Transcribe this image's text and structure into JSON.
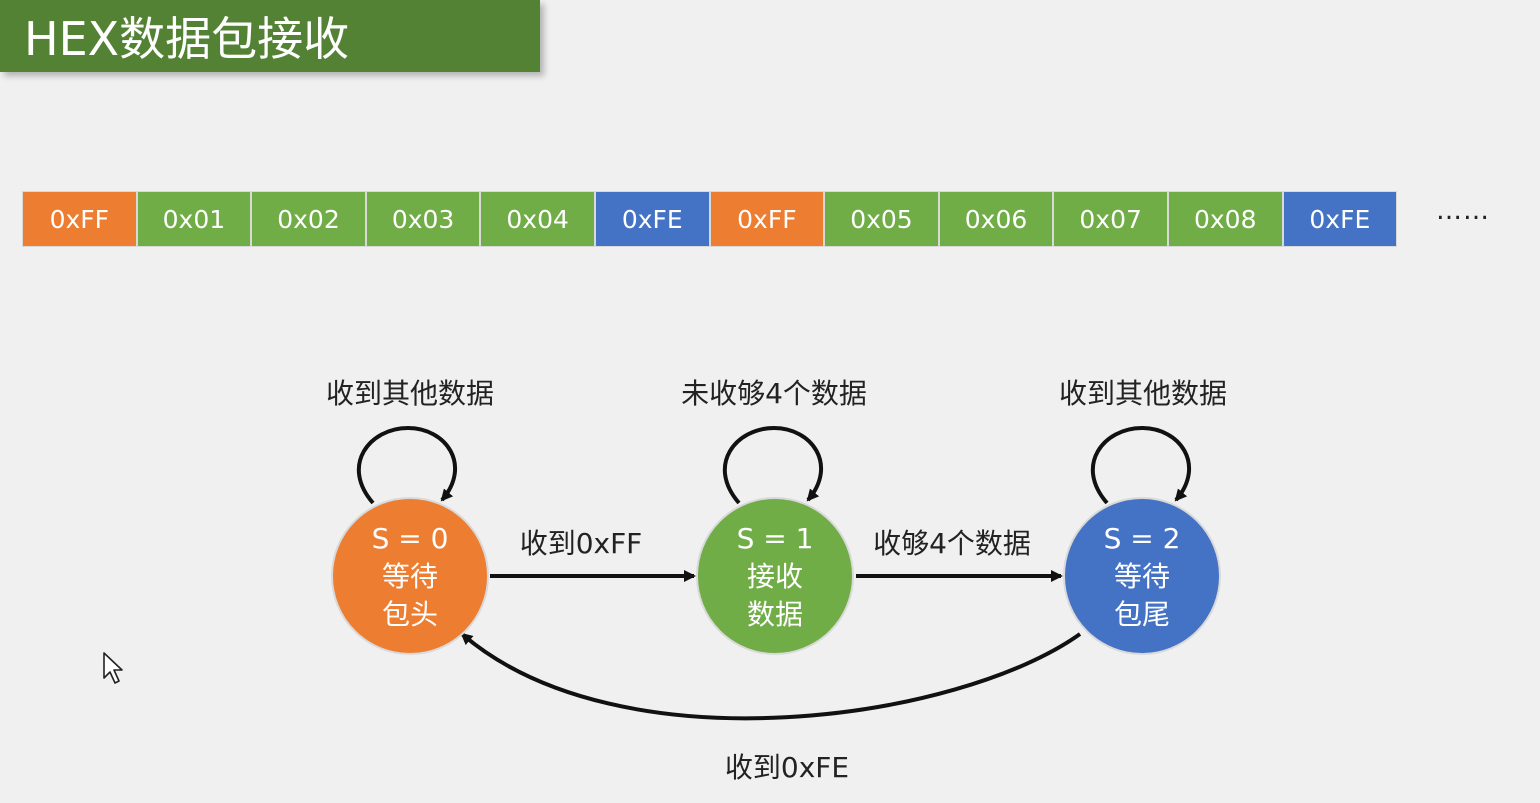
{
  "title": "HEX数据包接收",
  "colors": {
    "title_bg": "#548235",
    "header": "#ED7D31",
    "data": "#70AD47",
    "tail": "#4472C4",
    "arrow": "#111111"
  },
  "packet": [
    {
      "label": "0xFF",
      "kind": "header"
    },
    {
      "label": "0x01",
      "kind": "data"
    },
    {
      "label": "0x02",
      "kind": "data"
    },
    {
      "label": "0x03",
      "kind": "data"
    },
    {
      "label": "0x04",
      "kind": "data"
    },
    {
      "label": "0xFE",
      "kind": "tail"
    },
    {
      "label": "0xFF",
      "kind": "header"
    },
    {
      "label": "0x05",
      "kind": "data"
    },
    {
      "label": "0x06",
      "kind": "data"
    },
    {
      "label": "0x07",
      "kind": "data"
    },
    {
      "label": "0x08",
      "kind": "data"
    },
    {
      "label": "0xFE",
      "kind": "tail"
    }
  ],
  "ellipsis": "……",
  "states": [
    {
      "line1": "S = 0",
      "line2": "等待",
      "line3": "包头",
      "kind": "header",
      "loop_label": "收到其他数据"
    },
    {
      "line1": "S = 1",
      "line2": "接收",
      "line3": "数据",
      "kind": "data",
      "loop_label": "未收够4个数据"
    },
    {
      "line1": "S = 2",
      "line2": "等待",
      "line3": "包尾",
      "kind": "tail",
      "loop_label": "收到其他数据"
    }
  ],
  "transitions": {
    "s0_to_s1": "收到0xFF",
    "s1_to_s2": "收够4个数据",
    "s2_to_s0": "收到0xFE"
  }
}
